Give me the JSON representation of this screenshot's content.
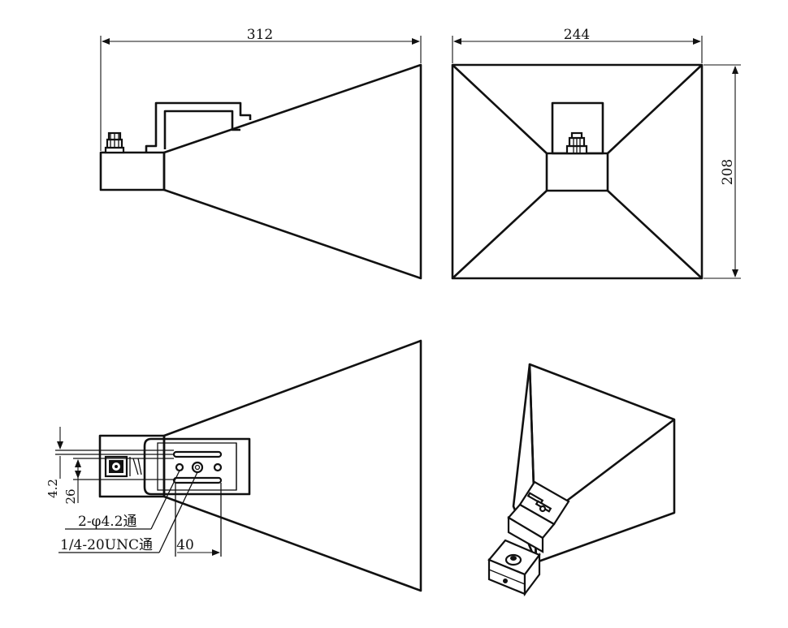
{
  "dimensions": {
    "side_length": "312",
    "front_width": "244",
    "front_height": "208",
    "bracket_offset": "4.2",
    "bracket_gap": "26",
    "slot_spacing": "40"
  },
  "callouts": {
    "through_holes": "2-φ4.2通",
    "thread": "1/4-20UNC通"
  }
}
